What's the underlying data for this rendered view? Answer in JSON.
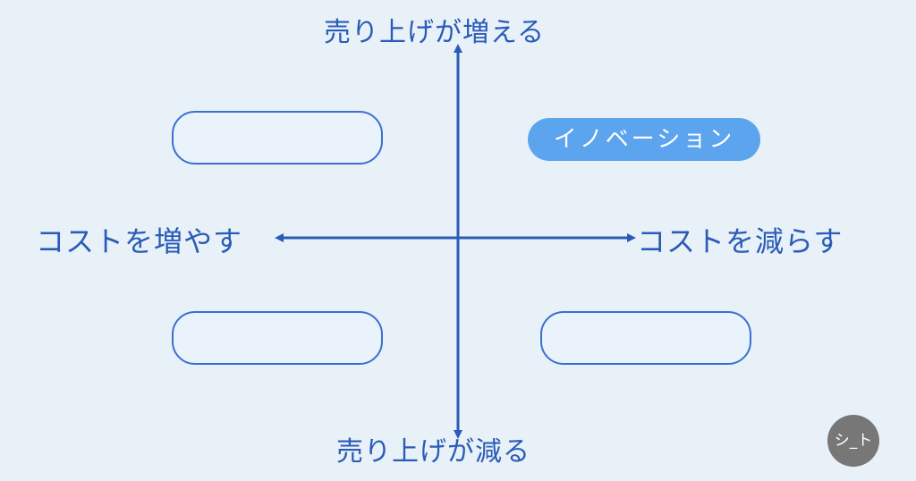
{
  "axes": {
    "top_label": "売り上げが増える",
    "bottom_label": "売り上げが減る",
    "left_label": "コストを増やす",
    "right_label": "コストを減らす"
  },
  "quadrants": {
    "top_right": {
      "label": "イノベーション",
      "fill_color": "#5ca4ee"
    },
    "top_left": {
      "label": ""
    },
    "bottom_left": {
      "label": ""
    },
    "bottom_right": {
      "label": ""
    }
  },
  "badge": {
    "label": "シ_ト",
    "color": "#777777"
  },
  "colors": {
    "background": "#e8f1f8",
    "axis": "#2a5bb8",
    "outline": "#3a6fd1"
  }
}
